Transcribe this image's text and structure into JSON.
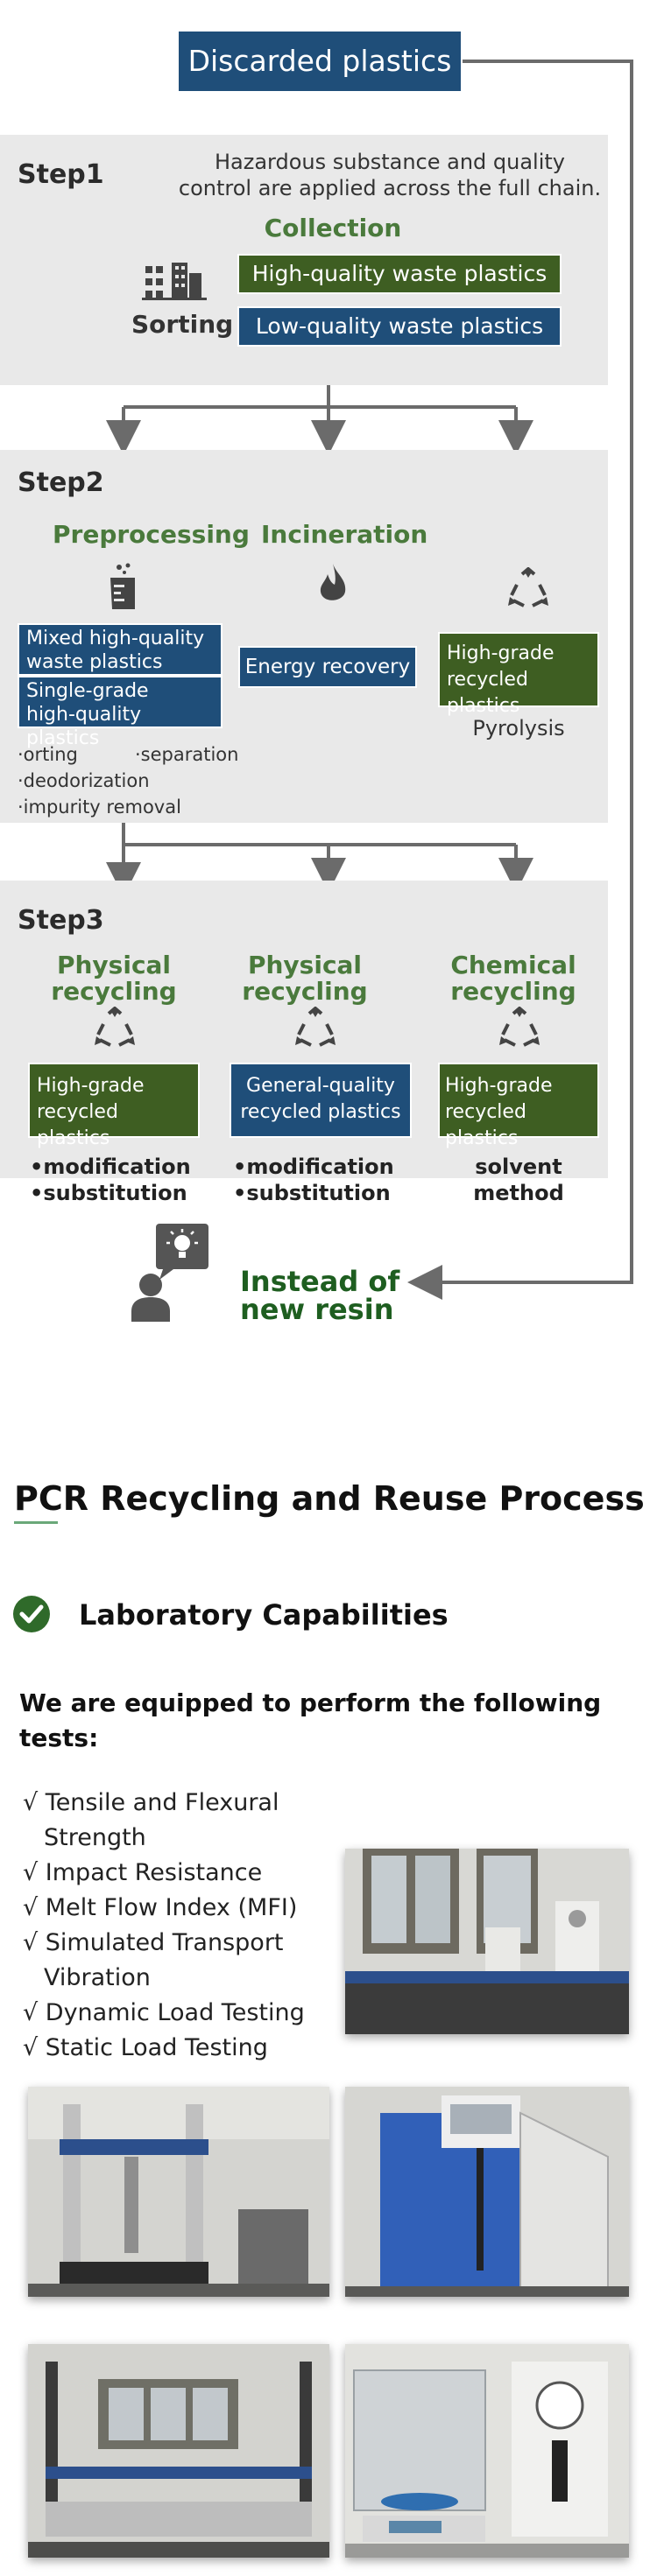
{
  "top_box": "Discarded plastics",
  "step1": {
    "label": "Step1",
    "note_line1": "Hazardous substance and quality",
    "note_line2": "control are applied across the full chain.",
    "collection": "Collection",
    "sorting": "Sorting",
    "high_quality": "High-quality waste plastics",
    "low_quality": "Low-quality waste plastics"
  },
  "step2": {
    "label": "Step2",
    "preprocessing": "Preprocessing",
    "incineration": "Incineration",
    "mixed_line1": "Mixed high-quality",
    "mixed_line2": "waste plastics",
    "single_line1": "Single-grade",
    "single_line2": "high-quality plastics",
    "energy": "Energy recovery",
    "hg_line1": "High-grade",
    "hg_line2": "recycled plastics",
    "pyrolysis": "Pyrolysis",
    "proc1": "·orting",
    "proc2": "·separation",
    "proc3": "·deodorization",
    "proc4": "·impurity removal"
  },
  "step3": {
    "label": "Step3",
    "col1_title1": "Physical",
    "col1_title2": "recycling",
    "col2_title1": "Physical",
    "col2_title2": "recycling",
    "col3_title1": "Chemical",
    "col3_title2": "recycling",
    "col1_box1": "High-grade",
    "col1_box2": "recycled plastics",
    "col2_box1": "General-quality",
    "col2_box2": "recycled plastics",
    "col3_box1": "High-grade",
    "col3_box2": "recycled plastics",
    "col1_b1": "•modification",
    "col1_b2": "•substitution",
    "col2_b1": "•modification",
    "col2_b2": "•substitution",
    "col3_b1": "solvent",
    "col3_b2": "method"
  },
  "resin_line1": "Instead of",
  "resin_line2": "new resin",
  "pcr_title": "PCR Recycling and Reuse Process",
  "lab_title": "Laboratory Capabilities",
  "intro_line1": "We are equipped to perform the following",
  "intro_line2": "tests:",
  "tests": [
    {
      "l1": "√ Tensile and Flexural",
      "l2": "Strength"
    },
    {
      "l1": "√ Impact Resistance",
      "l2": ""
    },
    {
      "l1": "√ Melt Flow Index (MFI)",
      "l2": ""
    },
    {
      "l1": "√ Simulated Transport",
      "l2": "Vibration"
    },
    {
      "l1": "√ Dynamic Load Testing",
      "l2": ""
    },
    {
      "l1": "√ Static Load Testing",
      "l2": ""
    }
  ],
  "colors": {
    "blue": "#1f4e79",
    "green_box": "#3e5e22",
    "green_text": "#4a7a3c",
    "dark_green": "#1e5e20",
    "panel": "#e9e9e9",
    "connector": "#6b6b6b"
  }
}
